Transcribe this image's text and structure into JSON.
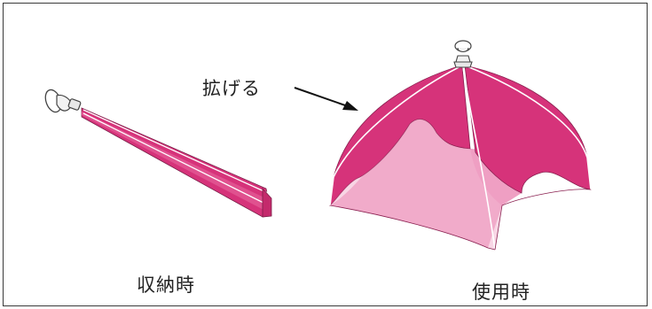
{
  "labels": {
    "spread": "拡げる",
    "stored": "収納時",
    "in_use": "使用時"
  },
  "colors": {
    "umbrella_dark": "#d6337a",
    "umbrella_mid": "#e0518f",
    "umbrella_light": "#ef9fc3",
    "frame": "#3a3a3a"
  }
}
